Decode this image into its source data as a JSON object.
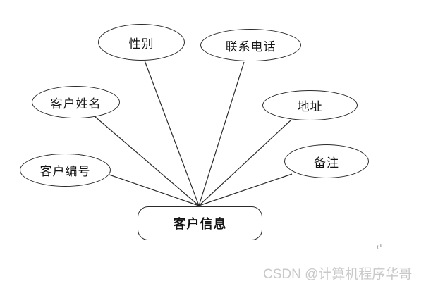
{
  "page": {
    "background_color": "#ffffff"
  },
  "diagram": {
    "type": "er-attribute-fan",
    "entity": {
      "label": "客户信息"
    },
    "attributes": [
      {
        "key": "customer-id",
        "label": "客户编号"
      },
      {
        "key": "customer-name",
        "label": "客户姓名"
      },
      {
        "key": "gender",
        "label": "性别"
      },
      {
        "key": "contact-phone",
        "label": "联系电话"
      },
      {
        "key": "address",
        "label": "地址"
      },
      {
        "key": "remarks",
        "label": "备注"
      }
    ],
    "stroke_color": "#2b2b2b",
    "text_color": "#141414"
  },
  "artifacts": {
    "paragraph_mark": "↵",
    "watermark": {
      "text": "CSDN @计算机程序华哥",
      "color": "#c9c9c9"
    }
  }
}
